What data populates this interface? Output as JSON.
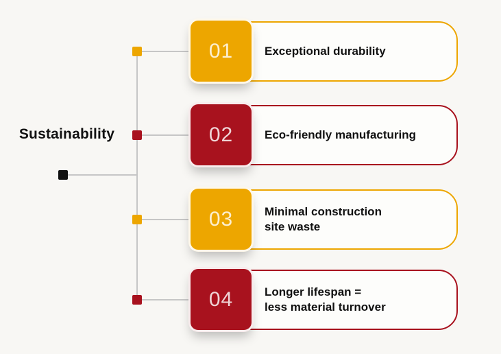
{
  "title": "Sustainability",
  "colors": {
    "yellow": "#EDA600",
    "red": "#A8121E",
    "background": "#F8F7F4",
    "text": "#111111",
    "connector": "#C6C6C6"
  },
  "items": [
    {
      "number": "01",
      "label": "Exceptional durability",
      "color": "yellow"
    },
    {
      "number": "02",
      "label": "Eco-friendly manufacturing",
      "color": "red"
    },
    {
      "number": "03",
      "label": "Minimal construction\nsite waste",
      "color": "yellow"
    },
    {
      "number": "04",
      "label": "Longer lifespan =\nless material turnover",
      "color": "red"
    }
  ]
}
